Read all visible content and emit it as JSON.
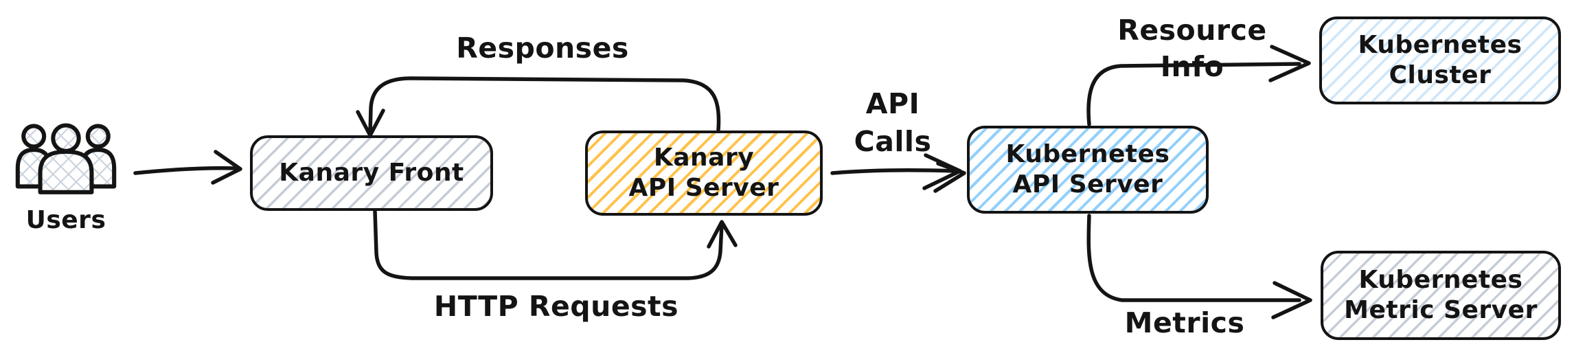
{
  "colors": {
    "ink": "#141414",
    "hatch_gray": "#c6cdd6",
    "hatch_yellow": "#ffc24b",
    "hatch_blue": "#93d0fb",
    "hatch_light_blue": "#cfe6f9",
    "background": "#ffffff"
  },
  "nodes": {
    "users": {
      "label": "Users"
    },
    "kanaryFront": {
      "label": "Kanary Front"
    },
    "kanaryApi": {
      "line1": "Kanary",
      "line2": "API Server"
    },
    "k8sApi": {
      "line1": "Kubernetes",
      "line2": "API Server"
    },
    "k8sCluster": {
      "line1": "Kubernetes",
      "line2": "Cluster"
    },
    "k8sMetric": {
      "line1": "Kubernetes",
      "line2": "Metric Server"
    }
  },
  "edges": {
    "responses": {
      "label": "Responses"
    },
    "httpRequests": {
      "label": "HTTP Requests"
    },
    "apiCalls": {
      "line1": "API",
      "line2": "Calls"
    },
    "resourceInfo": {
      "label": "Resource Info"
    },
    "metrics": {
      "label": "Metrics"
    }
  }
}
